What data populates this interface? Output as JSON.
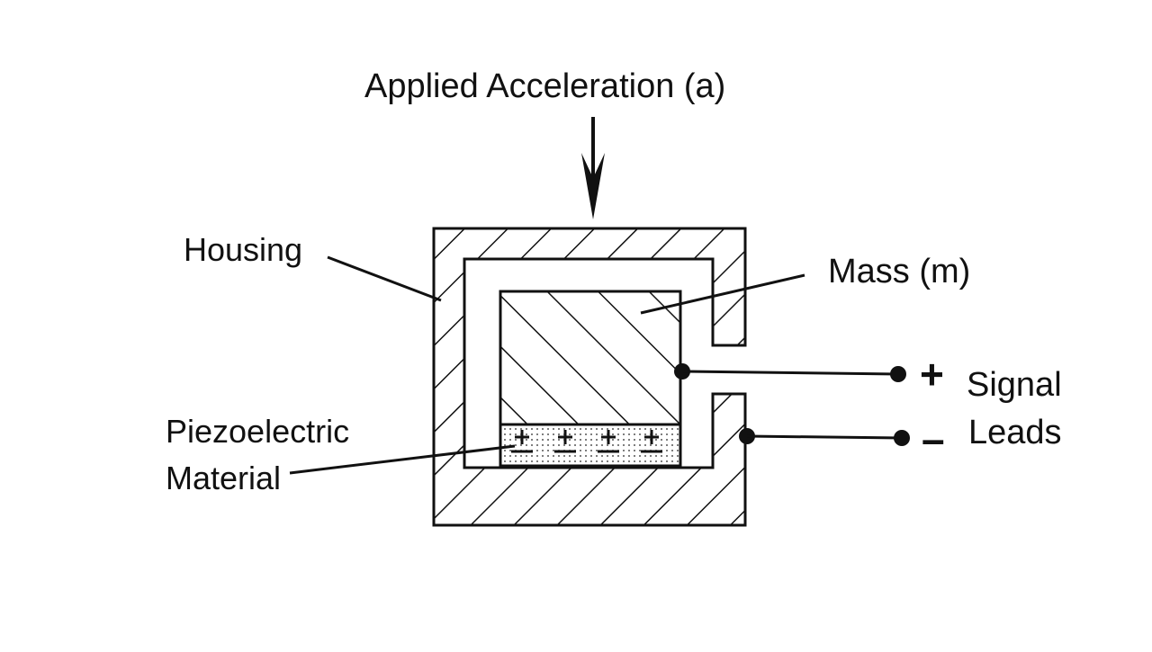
{
  "labels": {
    "applied_acceleration": "Applied Acceleration (a)",
    "housing": "Housing",
    "mass": "Mass (m)",
    "piezo_line1": "Piezoelectric",
    "piezo_line2": "Material",
    "plus_sign": "+",
    "minus_sign": "–",
    "signal": "Signal",
    "leads": "Leads"
  },
  "colors": {
    "ink": "#111111",
    "background": "#ffffff",
    "piezo_fill": "#d9d9d9"
  }
}
